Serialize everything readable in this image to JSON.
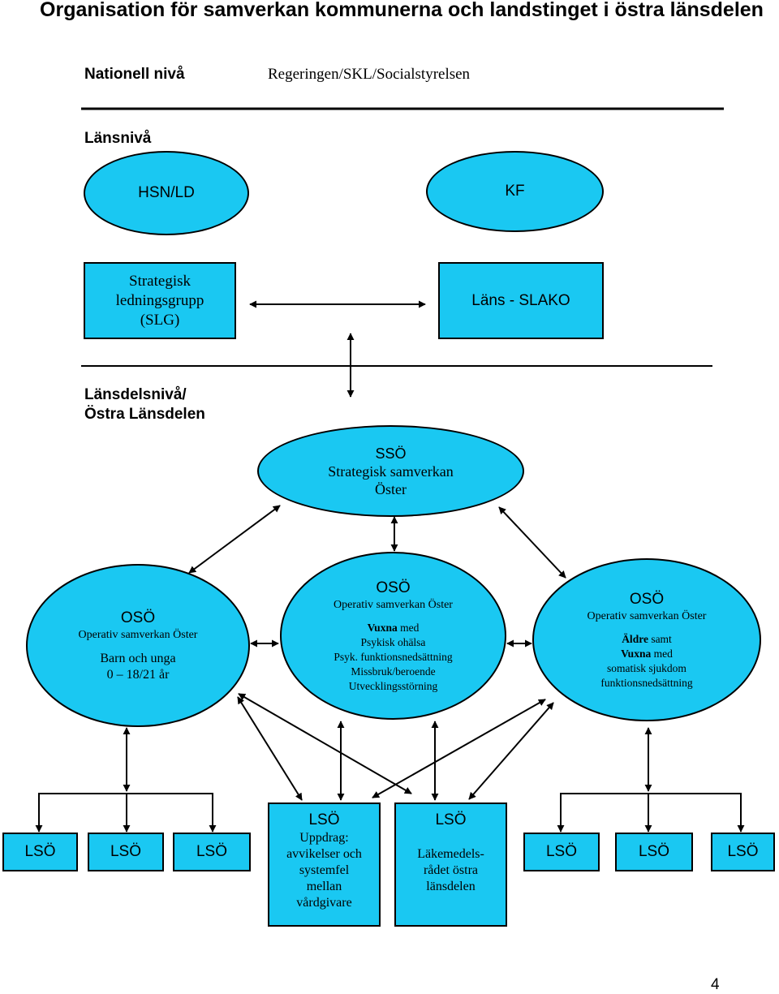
{
  "title": "Organisation för samverkan kommunerna och landstinget i östra länsdelen",
  "levels": {
    "national": "Nationell nivå",
    "national_bodies": "Regeringen/SKL/Socialstyrelsen",
    "county": "Länsnivå",
    "district_line1": "Länsdelsnivå/",
    "district_line2": "Östra Länsdelen"
  },
  "nodes": {
    "hsn": "HSN/LD",
    "kf": "KF",
    "slg": [
      "Strategisk",
      "ledningsgrupp",
      "(SLG)"
    ],
    "slako": "Läns - SLAKO",
    "sso": {
      "head": "SSÖ",
      "lines": [
        "Strategisk samverkan",
        "Öster"
      ]
    },
    "oso_children": {
      "head": "OSÖ",
      "sub": "Operativ samverkan Öster",
      "lines": [
        "Barn och unga",
        "0 – 18/21 år"
      ]
    },
    "oso_adults": {
      "head": "OSÖ",
      "sub": "Operativ samverkan Öster",
      "b1": "Vuxna",
      "b1_rest": " med",
      "lines": [
        "Psykisk ohälsa",
        "Psyk. funktionsnedsättning",
        "Missbruk/beroende",
        "Utvecklingsstörning"
      ]
    },
    "oso_elderly": {
      "head": "OSÖ",
      "sub": "Operativ samverkan Öster",
      "b1": "Äldre",
      "b1_rest": " samt",
      "b2": "Vuxna",
      "b2_rest": " med",
      "lines": [
        "somatisk sjukdom",
        "funktionsnedsättning"
      ]
    },
    "lso_label": "LSÖ",
    "lso_mission": {
      "head": "LSÖ",
      "lines": [
        "Uppdrag:",
        "avvikelser och",
        "systemfel",
        "mellan",
        "vårdgivare"
      ]
    },
    "lso_pharma": {
      "head": "LSÖ",
      "lines": [
        "Läkemedels-",
        "rådet östra",
        "länsdelen"
      ]
    }
  },
  "page_number": "4",
  "colors": {
    "node_fill": "#1ac8f2",
    "stroke": "#000000"
  }
}
